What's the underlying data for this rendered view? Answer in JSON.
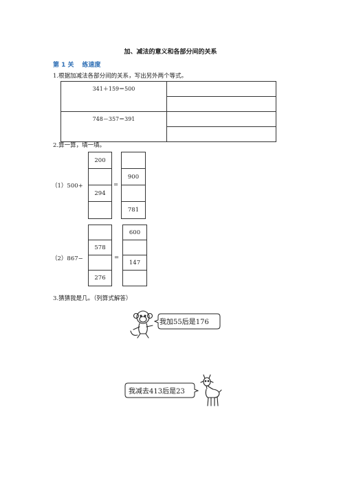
{
  "title": "加、减法的意义和各部分间的关系",
  "section": {
    "label": "第 1 关",
    "name": "练速度"
  },
  "q1": {
    "prompt": "1.根据加减法各部分间的关系，写出另外两个等式。",
    "equations": [
      "341＋159＝500",
      "748－357＝391"
    ]
  },
  "q2": {
    "prompt": "2.算一算，填一填。",
    "p1": {
      "label": "（1）500+",
      "eq": "=",
      "left": [
        "200",
        "",
        "294",
        ""
      ],
      "right": [
        "",
        "900",
        "",
        "781"
      ]
    },
    "p2": {
      "label": "（2）867−",
      "eq": "=",
      "left": [
        "",
        "578",
        "",
        "276"
      ],
      "right": [
        "600",
        "",
        "147",
        ""
      ]
    }
  },
  "q3": {
    "prompt": "3.猜猜我是几。（列算式解答）",
    "bubble1": "我加55后是176",
    "bubble2": "我减去413后是23"
  }
}
